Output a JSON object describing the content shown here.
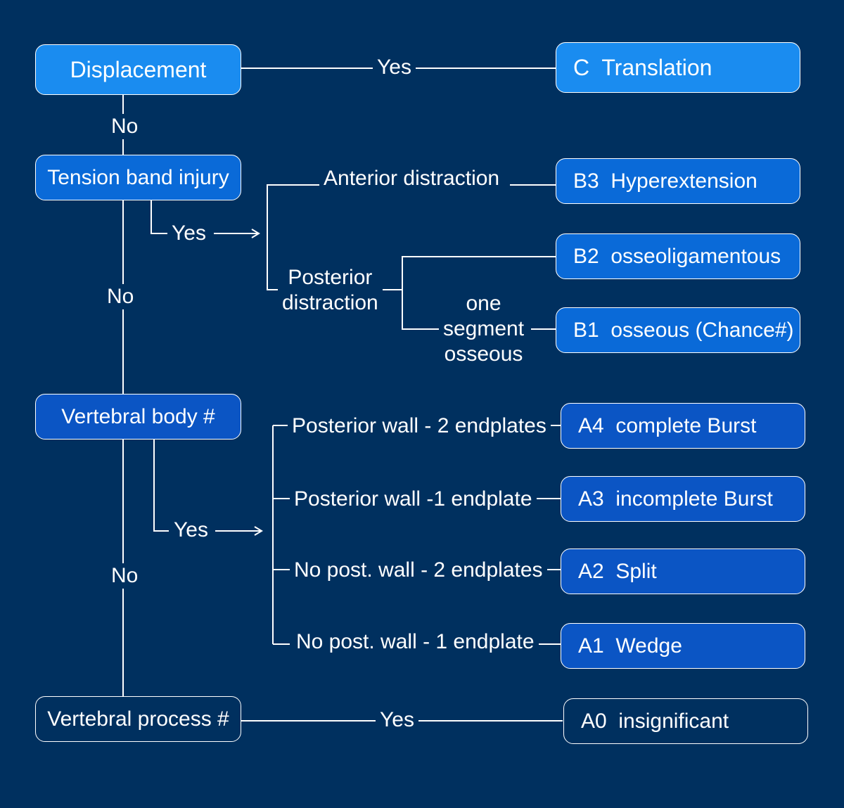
{
  "colors": {
    "background": "#00305f",
    "box_light": "#1a8cf0",
    "box_mid": "#0a6ad8",
    "box_dark": "#0b55c4",
    "box_none": "#00305f",
    "line": "#ffffff"
  },
  "nodes": {
    "displacement": "Displacement",
    "tension_band": "Tension band injury",
    "vertebral_body": "Vertebral body #",
    "vertebral_process": "Vertebral process #"
  },
  "outcomes": {
    "c_translation": "C  Translation",
    "b3": "B3  Hyperextension",
    "b2": "B2  osseoligamentous",
    "b1": "B1  osseous (Chance#)",
    "a4": "A4  complete Burst",
    "a3": "A3  incomplete Burst",
    "a2": "A2  Split",
    "a1": "A1  Wedge",
    "a0": "A0  insignificant"
  },
  "edges": {
    "yes": "Yes",
    "no": "No",
    "anterior_distraction": "Anterior distraction",
    "posterior_distraction": [
      "Posterior",
      "distraction"
    ],
    "one_segment_osseous": [
      "one",
      "segment",
      "osseous"
    ],
    "posterior_wall_2": "Posterior wall - 2 endplates",
    "posterior_wall_1": "Posterior wall -1 endplate",
    "no_post_wall_2": "No post. wall - 2 endplates",
    "no_post_wall_1": "No post. wall - 1 endplate"
  }
}
